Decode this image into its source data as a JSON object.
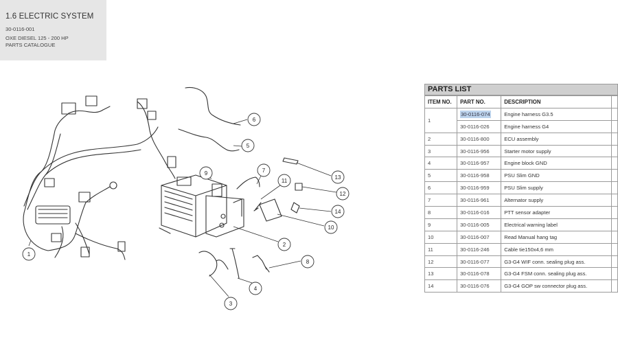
{
  "header": {
    "title": "1.6 ELECTRIC SYSTEM",
    "code": "30-0116-001",
    "model": "OXE DIESEL 125 - 200 HP",
    "catalogue": "PARTS CATALOGUE"
  },
  "diagram": {
    "callouts": [
      "1",
      "2",
      "3",
      "4",
      "5",
      "6",
      "7",
      "8",
      "9",
      "10",
      "11",
      "12",
      "13",
      "14"
    ]
  },
  "parts_list": {
    "title": "PARTS LIST",
    "columns": [
      "ITEM NO.",
      "PART NO.",
      "DESCRIPTION"
    ],
    "rows": [
      {
        "item": "1",
        "part": "30-0116-074",
        "desc": "Engine harness G3.5"
      },
      {
        "item": "",
        "part": "30-0116-026",
        "desc": "Engine harness G4"
      },
      {
        "item": "2",
        "part": "30-0116-800",
        "desc": "ECU assembly"
      },
      {
        "item": "3",
        "part": "30-0116-956",
        "desc": "Starter motor supply"
      },
      {
        "item": "4",
        "part": "30-0116-957",
        "desc": "Engine block GND"
      },
      {
        "item": "5",
        "part": "30-0116-958",
        "desc": "PSU Slim GND"
      },
      {
        "item": "6",
        "part": "30-0116-959",
        "desc": "PSU Slim supply"
      },
      {
        "item": "7",
        "part": "30-0116-961",
        "desc": "Alternator supply"
      },
      {
        "item": "8",
        "part": "30-0116-016",
        "desc": "PTT sensor adapter"
      },
      {
        "item": "9",
        "part": "30-0116-005",
        "desc": "Electrical warning label"
      },
      {
        "item": "10",
        "part": "30-0116-007",
        "desc": "Read Manual hang tag"
      },
      {
        "item": "11",
        "part": "30-0116-246",
        "desc": "Cable tie150x4,6 mm"
      },
      {
        "item": "12",
        "part": "30-0116-077",
        "desc": "G3-G4 WIF conn. sealing plug ass."
      },
      {
        "item": "13",
        "part": "30-0116-078",
        "desc": "G3-G4 FSM conn. sealing plug ass."
      },
      {
        "item": "14",
        "part": "30-0116-076",
        "desc": "G3-G4 GOP sw connector plug ass."
      }
    ],
    "highlight_color": "#bcd3ec"
  }
}
